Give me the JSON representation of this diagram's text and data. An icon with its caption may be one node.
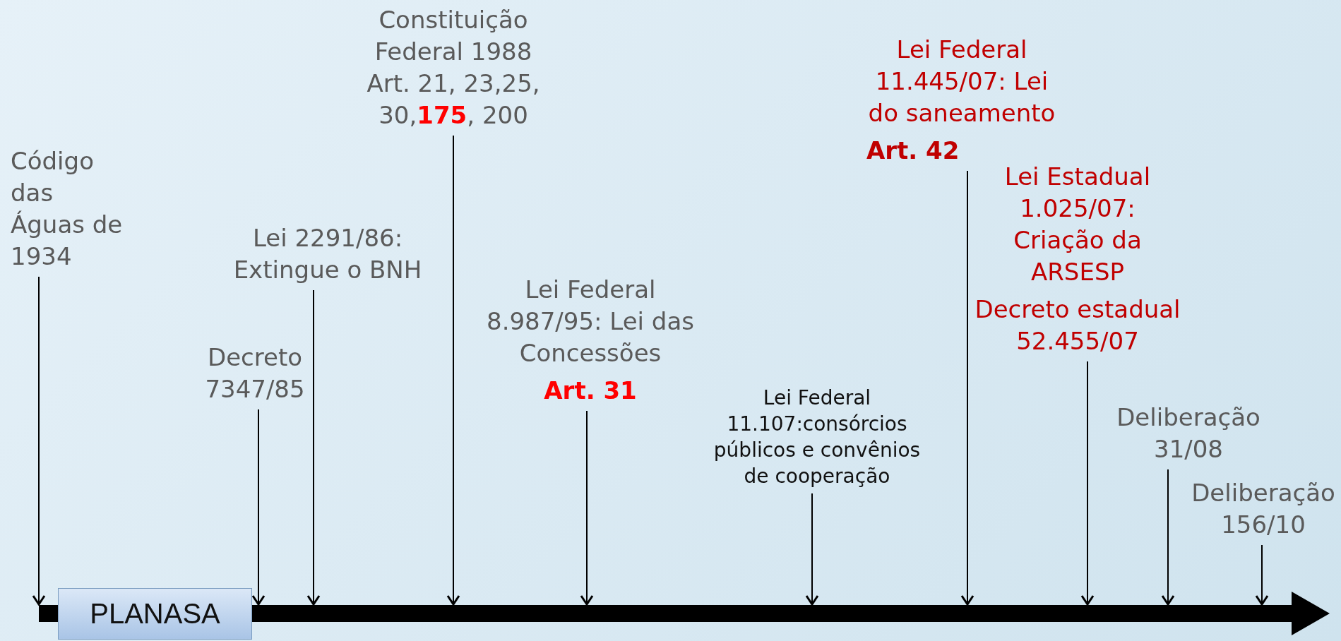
{
  "diagram": {
    "nodes": [
      {
        "text": [
          "Código das Águas de 1934"
        ]
      },
      {
        "text": [
          "PLANASA"
        ]
      },
      {
        "text": [
          "Decreto 7347/85"
        ]
      },
      {
        "text": [
          "Lei 2291/86: Extingue o BNH"
        ]
      },
      {
        "text": [
          "Constituição Federal 1988 Art. 21, 23,25, 30,**175**, 200"
        ]
      },
      {
        "text": [
          "Lei Federal 8.987/95: Lei das Concessões",
          "Art. 31"
        ]
      },
      {
        "text": [
          "Lei Federal 11.107:consórcios públicos e convênios de cooperação"
        ]
      },
      {
        "text": [
          "Lei Federal 11.445/07: Lei do saneamento",
          "Art. 42"
        ]
      },
      {
        "text": [
          "Lei Estadual 1.025/07: Criação da ARSESP",
          "Decreto estadual 52.455/07"
        ]
      },
      {
        "text": [
          "Deliberação 31/08"
        ]
      },
      {
        "text": [
          "Deliberação 156/10"
        ]
      },
      {
        "text": [],
        "shape": "bar"
      }
    ],
    "edges": [
      {
        "from": 0,
        "to": 11,
        "arrow": "to"
      },
      {
        "from": 2,
        "to": 11,
        "arrow": "to"
      },
      {
        "from": 3,
        "to": 11,
        "arrow": "to"
      },
      {
        "from": 4,
        "to": 11,
        "arrow": "to"
      },
      {
        "from": 5,
        "to": 11,
        "arrow": "to"
      },
      {
        "from": 6,
        "to": 11,
        "arrow": "to"
      },
      {
        "from": 7,
        "to": 11,
        "arrow": "to"
      },
      {
        "from": 8,
        "to": 11,
        "arrow": "to"
      },
      {
        "from": 9,
        "to": 11,
        "arrow": "to"
      },
      {
        "from": 10,
        "to": 11,
        "arrow": "to"
      }
    ]
  }
}
